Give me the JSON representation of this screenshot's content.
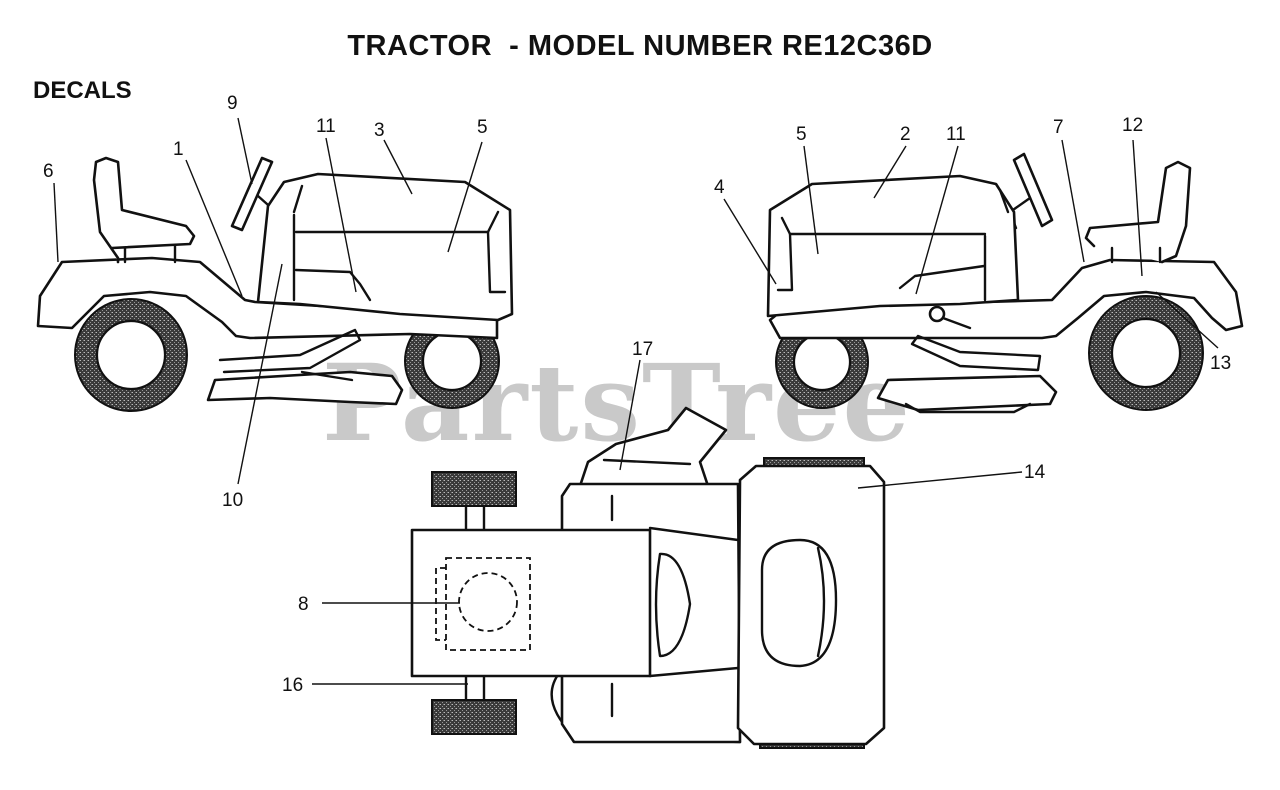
{
  "title": "TRACTOR  - MODEL NUMBER RE12C36D",
  "section_label": "DECALS",
  "watermark": "PartsTree",
  "callouts": [
    {
      "label": "1"
    },
    {
      "label": "2"
    },
    {
      "label": "3"
    },
    {
      "label": "4"
    },
    {
      "label": "5"
    },
    {
      "label": "5"
    },
    {
      "label": "6"
    },
    {
      "label": "7"
    },
    {
      "label": "8"
    },
    {
      "label": "9"
    },
    {
      "label": "10"
    },
    {
      "label": "11"
    },
    {
      "label": "11"
    },
    {
      "label": "12"
    },
    {
      "label": "13"
    },
    {
      "label": "14"
    },
    {
      "label": "16"
    },
    {
      "label": "17"
    }
  ]
}
